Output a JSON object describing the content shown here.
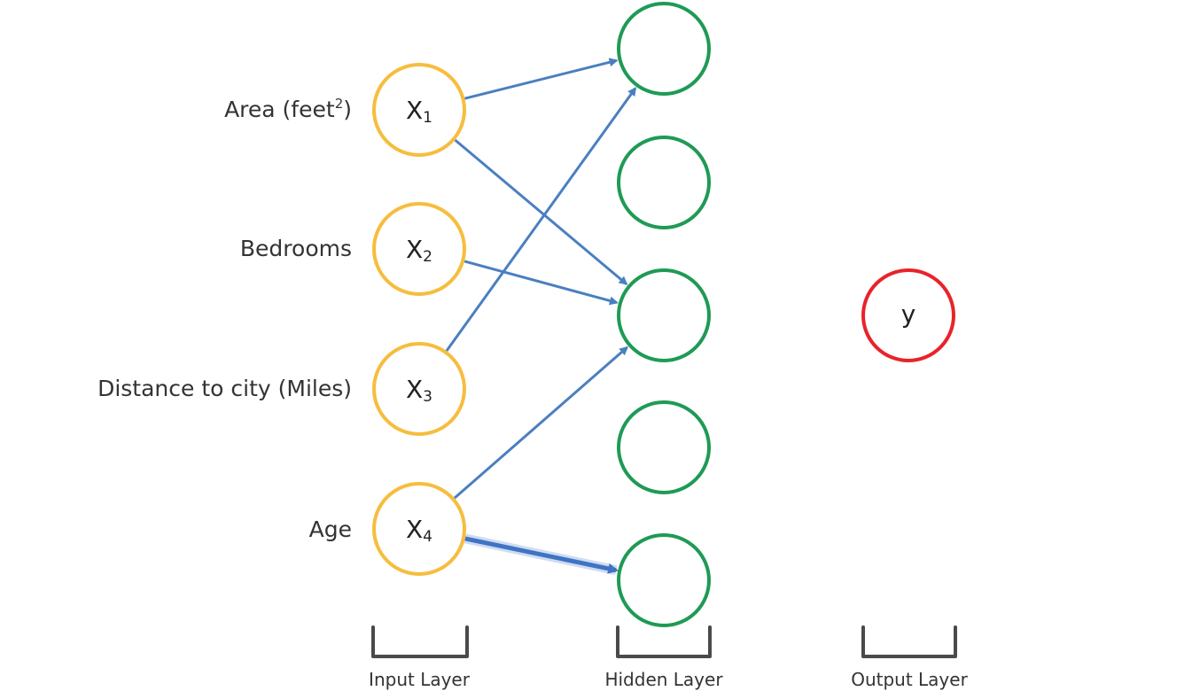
{
  "colors": {
    "input_node": "#f6bd3e",
    "hidden_node": "#1f9a55",
    "output_node": "#e8232a",
    "edge": "#4a7fc1",
    "edge_highlight": "#3f74c4"
  },
  "input_layer": {
    "label": "Input Layer",
    "features": [
      {
        "label": "Area (feet",
        "superscript": "2",
        "suffix": ")",
        "node": "X",
        "index": "1"
      },
      {
        "label": "Bedrooms",
        "superscript": "",
        "suffix": "",
        "node": "X",
        "index": "2"
      },
      {
        "label": "Distance to city (Miles)",
        "superscript": "",
        "suffix": "",
        "node": "X",
        "index": "3"
      },
      {
        "label": "Age",
        "superscript": "",
        "suffix": "",
        "node": "X",
        "index": "4"
      }
    ]
  },
  "hidden_layer": {
    "label": "Hidden Layer",
    "node_count": 5
  },
  "output_layer": {
    "label": "Output Layer",
    "node": "y"
  },
  "connections": [
    {
      "from": 1,
      "to": 1,
      "highlighted": false
    },
    {
      "from": 1,
      "to": 3,
      "highlighted": false
    },
    {
      "from": 2,
      "to": 3,
      "highlighted": false
    },
    {
      "from": 3,
      "to": 1,
      "highlighted": false
    },
    {
      "from": 4,
      "to": 3,
      "highlighted": false
    },
    {
      "from": 4,
      "to": 5,
      "highlighted": true
    }
  ]
}
